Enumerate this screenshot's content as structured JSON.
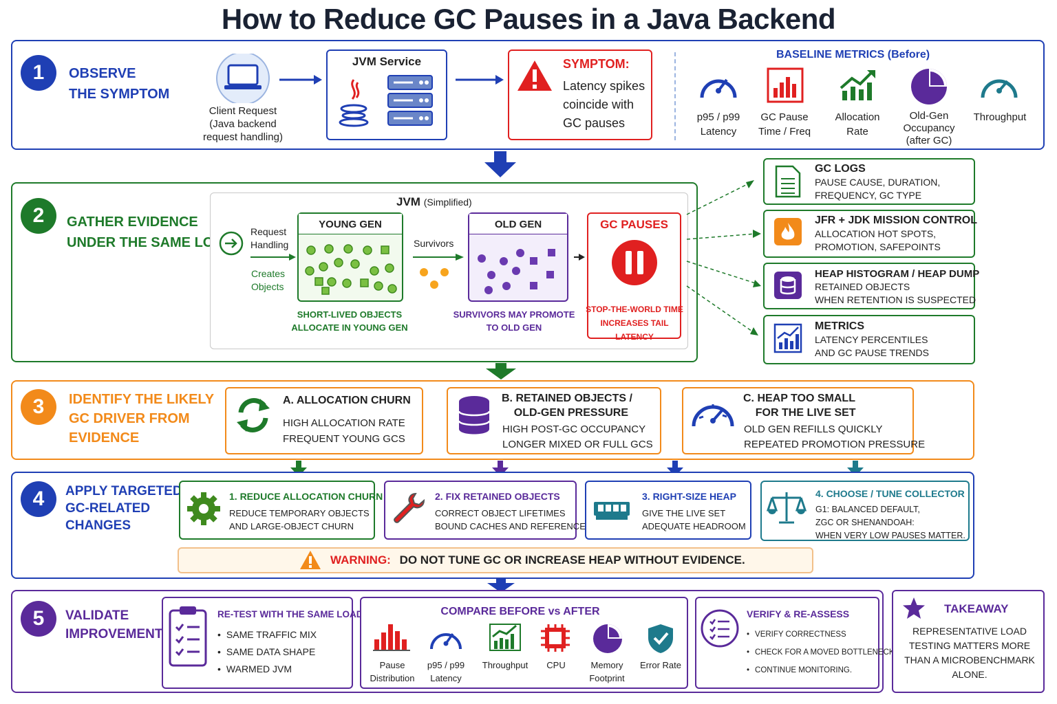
{
  "title": "How to Reduce GC Pauses in a Java Backend",
  "s1": {
    "num": "1",
    "title": "OBSERVE\nTHE SYMPTOM",
    "client": "Client Request\n(Java backend\nrequest handling)",
    "jvm": "JVM Service",
    "symptom_head": "SYMPTOM:",
    "symptom_body": "Latency spikes\ncoincide with\nGC pauses",
    "baseline_title": "BASELINE METRICS (Before)",
    "metrics": [
      "p95 / p99\nLatency",
      "GC Pause\nTime / Freq",
      "Allocation\nRate",
      "Old-Gen\nOccupancy\n(after GC)",
      "Throughput"
    ]
  },
  "s2": {
    "num": "2",
    "title": "GATHER EVIDENCE\nUNDER THE SAME LOAD",
    "jvm_label": "JVM",
    "jvm_sub": "(Simplified)",
    "request": "Request\nHandling",
    "creates": "Creates\nObjects",
    "young": "YOUNG GEN",
    "young_caption": "SHORT-LIVED OBJECTS\nALLOCATE IN YOUNG GEN",
    "survivors": "Survivors",
    "old": "OLD GEN",
    "old_caption": "SURVIVORS MAY PROMOTE\nTO OLD GEN",
    "gc": "GC PAUSES",
    "gc_caption": "STOP-THE-WORLD TIME\nINCREASES TAIL LATENCY",
    "tools": [
      {
        "head": "GC LOGS",
        "body": "PAUSE CAUSE, DURATION,\nFREQUENCY, GC TYPE"
      },
      {
        "head": "JFR + JDK MISSION CONTROL",
        "body": "ALLOCATION HOT SPOTS,\nPROMOTION, SAFEPOINTS"
      },
      {
        "head": "HEAP HISTOGRAM / HEAP DUMP",
        "body": "RETAINED OBJECTS\nWHEN RETENTION IS SUSPECTED"
      },
      {
        "head": "METRICS",
        "body": "LATENCY PERCENTILES\nAND GC PAUSE TRENDS"
      }
    ]
  },
  "s3": {
    "num": "3",
    "title": "IDENTIFY THE LIKELY\nGC DRIVER FROM\nEVIDENCE",
    "cards": [
      {
        "head": "A. ALLOCATION CHURN",
        "body": "HIGH ALLOCATION RATE\nFREQUENT YOUNG GCS"
      },
      {
        "head": "B. RETAINED OBJECTS /\n    OLD-GEN PRESSURE",
        "body": "HIGH POST-GC OCCUPANCY\nLONGER MIXED OR FULL GCS"
      },
      {
        "head": "C. HEAP TOO SMALL\n    FOR THE LIVE SET",
        "body": "OLD GEN REFILLS QUICKLY\nREPEATED PROMOTION PRESSURE"
      }
    ]
  },
  "s4": {
    "num": "4",
    "title": "APPLY TARGETED\nGC-RELATED\nCHANGES",
    "cards": [
      {
        "head": "1. REDUCE ALLOCATION CHURN",
        "body": "REDUCE TEMPORARY OBJECTS\nAND LARGE-OBJECT CHURN"
      },
      {
        "head": "2. FIX RETAINED OBJECTS",
        "body": "CORRECT OBJECT LIFETIMES\nBOUND CACHES AND REFERENCES"
      },
      {
        "head": "3. RIGHT-SIZE HEAP",
        "body": "GIVE THE LIVE SET\nADEQUATE HEADROOM"
      },
      {
        "head": "4. CHOOSE / TUNE COLLECTOR",
        "body": "G1: BALANCED DEFAULT,\nZGC OR SHENANDOAH:\nWHEN VERY LOW PAUSES MATTER."
      }
    ],
    "warning_head": "WARNING:",
    "warning_body": "DO NOT TUNE GC OR INCREASE HEAP WITHOUT EVIDENCE."
  },
  "s5": {
    "num": "5",
    "title": "VALIDATE\nIMPROVEMENT",
    "retest_head": "RE-TEST WITH THE SAME LOAD",
    "retest_items": [
      "SAME TRAFFIC MIX",
      "SAME DATA SHAPE",
      "WARMED JVM"
    ],
    "compare_head": "COMPARE BEFORE vs AFTER",
    "compare_items": [
      "Pause\nDistribution",
      "p95 / p99\nLatency",
      "Throughput",
      "CPU",
      "Memory\nFootprint",
      "Error Rate"
    ],
    "verify_head": "VERIFY & RE-ASSESS",
    "verify_items": [
      "VERIFY CORRECTNESS",
      "CHECK FOR A MOVED BOTTLENECK",
      "CONTINUE MONITORING."
    ],
    "takeaway_head": "TAKEAWAY",
    "takeaway_body": "REPRESENTATIVE LOAD\nTESTING MATTERS MORE\nTHAN A MICROBENCHMARK\nALONE."
  },
  "colors": {
    "blue": "#1f3fb4",
    "green": "#1e7a2a",
    "orange": "#f28a1a",
    "purple": "#5a2a9a",
    "red": "#e02020",
    "teal": "#1e7a8c"
  }
}
